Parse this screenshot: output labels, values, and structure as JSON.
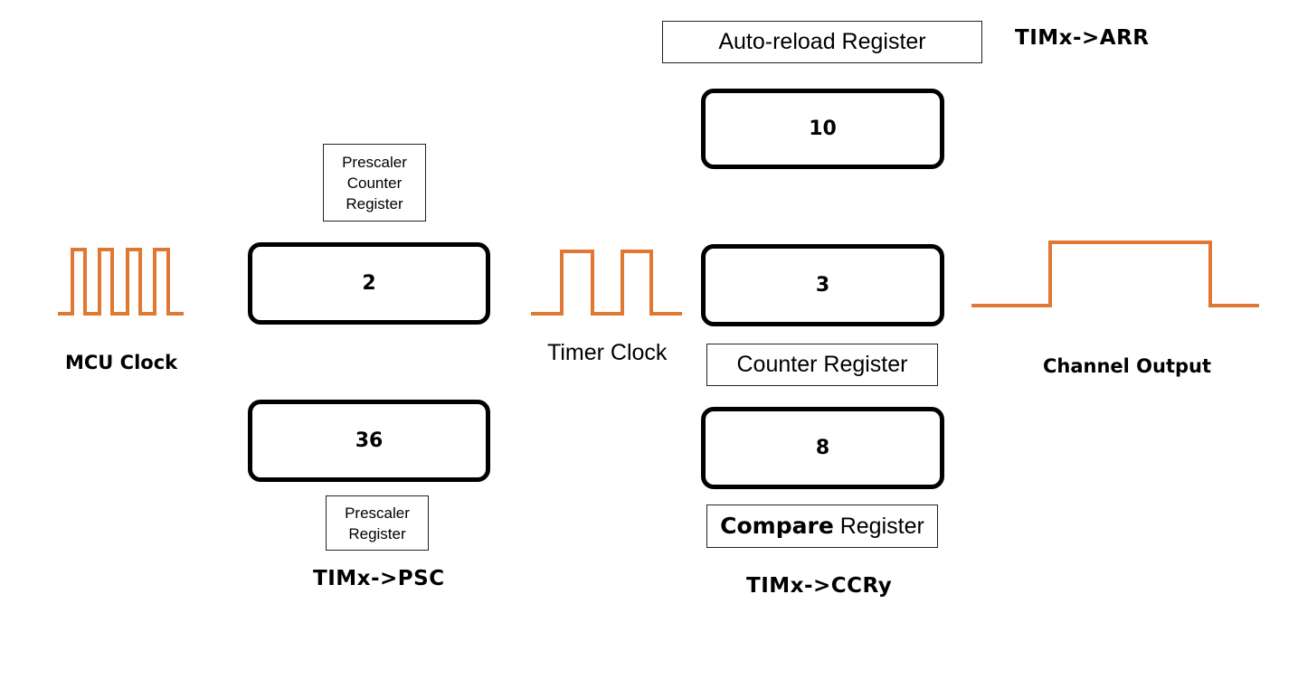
{
  "colors": {
    "wave": "#E07833",
    "box_border": "#000000"
  },
  "arr": {
    "label": "Auto-reload Register",
    "register_name": "TIMx->ARR",
    "value": "10"
  },
  "prescaler_counter": {
    "label_lines": [
      "Prescaler",
      "Counter",
      "Register"
    ],
    "value": "2"
  },
  "prescaler": {
    "label_lines": [
      "Prescaler",
      "Register"
    ],
    "register_name": "TIMx->PSC",
    "value": "36"
  },
  "counter": {
    "label": "Counter Register",
    "value": "3"
  },
  "compare": {
    "label_bold": "Compare",
    "label_rest": " Register",
    "register_name": "TIMx->CCRy",
    "value": "8"
  },
  "clocks": {
    "mcu_clock": "MCU Clock",
    "timer_clock": "Timer Clock",
    "channel_output": "Channel Output"
  }
}
